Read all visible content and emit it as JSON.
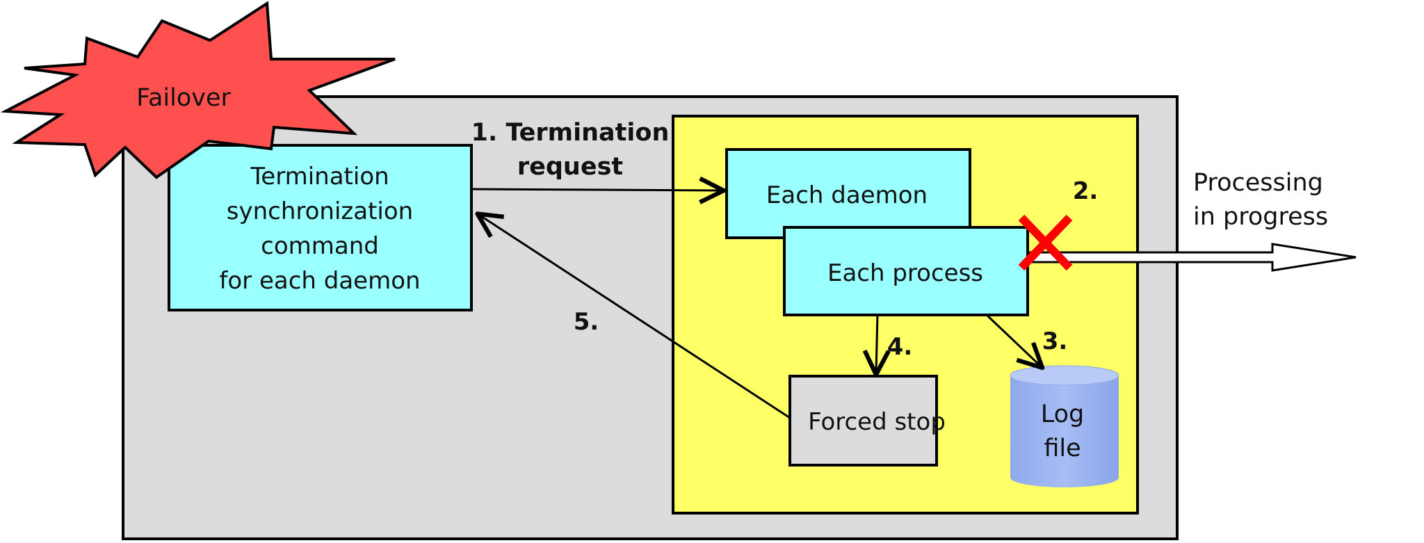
{
  "starburst": {
    "label": "Failover",
    "fill": "#ff5050"
  },
  "command_box": {
    "lines": [
      "Termination",
      "synchronization",
      "command",
      "for each daemon"
    ]
  },
  "steps": {
    "step1_line1": "1. Termination",
    "step1_line2": "request",
    "step2": "2.",
    "step3": "3.",
    "step4": "4.",
    "step5": "5."
  },
  "daemon_box": {
    "label": "Each daemon"
  },
  "process_box": {
    "label": "Each process"
  },
  "forced_stop_box": {
    "label": "Forced stop"
  },
  "log_file": {
    "lines": [
      "Log",
      "file"
    ]
  },
  "external": {
    "lines": [
      "Processing",
      "in progress"
    ]
  },
  "colors": {
    "outer_panel": "#dcdcdc",
    "inner_panel": "#ffff66",
    "cyan_box": "#99ffff",
    "gray_box": "#dcdcdc",
    "cylinder": "#99b3f0",
    "cross": "#ff0000"
  },
  "icons": {
    "cross": "x-mark-icon",
    "database": "database-cylinder-icon"
  }
}
